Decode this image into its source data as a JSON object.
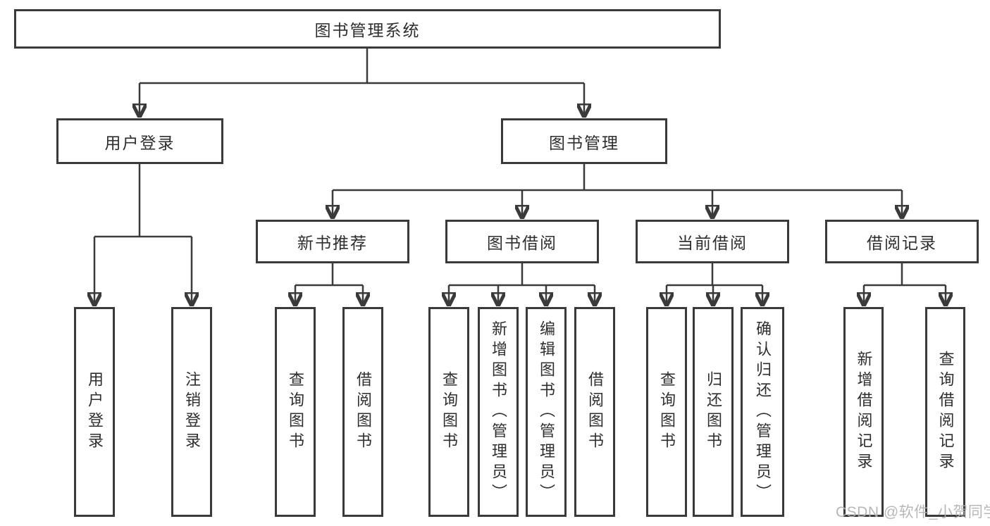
{
  "colors": {
    "line": "#3a3a3a",
    "box_border": "#3a3a3a",
    "text": "#2e2e2e",
    "watermark": "#b0b0b0",
    "background": "#ffffff"
  },
  "watermark": {
    "text": "CSDN @软件_小贺同学"
  },
  "tree": {
    "root": {
      "label": "图书管理系统",
      "children": [
        {
          "label": "用户登录",
          "children": [
            {
              "label": "用户登录"
            },
            {
              "label": "注销登录"
            }
          ]
        },
        {
          "label": "图书管理",
          "children": [
            {
              "label": "新书推荐",
              "children": [
                {
                  "label": "查询图书"
                },
                {
                  "label": "借阅图书"
                }
              ]
            },
            {
              "label": "图书借阅",
              "children": [
                {
                  "label": "查询图书"
                },
                {
                  "label": "新增图书（管理员）"
                },
                {
                  "label": "编辑图书（管理员）"
                },
                {
                  "label": "借阅图书"
                }
              ]
            },
            {
              "label": "当前借阅",
              "children": [
                {
                  "label": "查询图书"
                },
                {
                  "label": "归还图书"
                },
                {
                  "label": "确认归还（管理员）"
                }
              ]
            },
            {
              "label": "借阅记录",
              "children": [
                {
                  "label": "新增借阅记录"
                },
                {
                  "label": "查询借阅记录"
                }
              ]
            }
          ]
        }
      ]
    }
  }
}
